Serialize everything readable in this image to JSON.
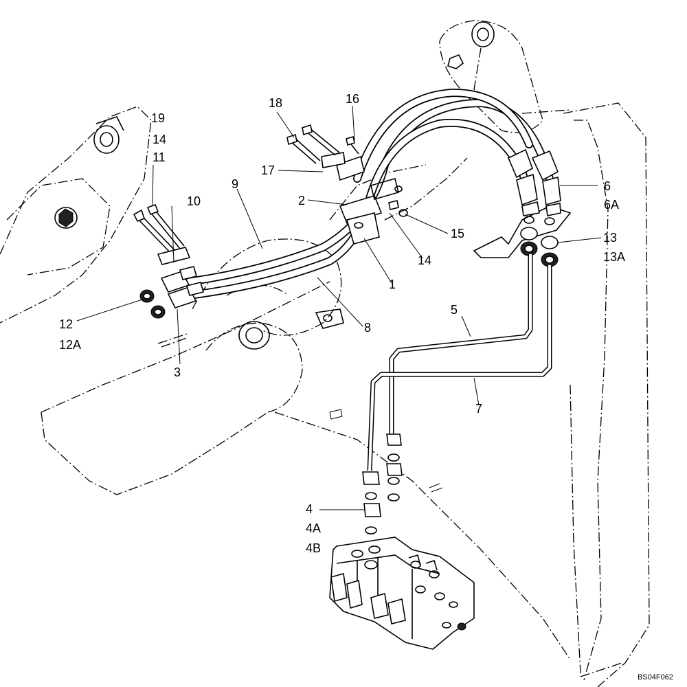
{
  "diagram": {
    "callouts": {
      "c19": "19",
      "c14a": "14",
      "c11": "11",
      "c10": "10",
      "c18": "18",
      "c16": "16",
      "c17": "17",
      "c9": "9",
      "c2": "2",
      "c6": "6",
      "c6a": "6A",
      "c15": "15",
      "c13": "13",
      "c13a": "13A",
      "c14b": "14",
      "c1": "1",
      "c12": "12",
      "c12a": "12A",
      "c8": "8",
      "c5": "5",
      "c3": "3",
      "c7": "7",
      "c4": "4",
      "c4a": "4A",
      "c4b": "4B"
    },
    "reference_code": "BS04F062"
  }
}
